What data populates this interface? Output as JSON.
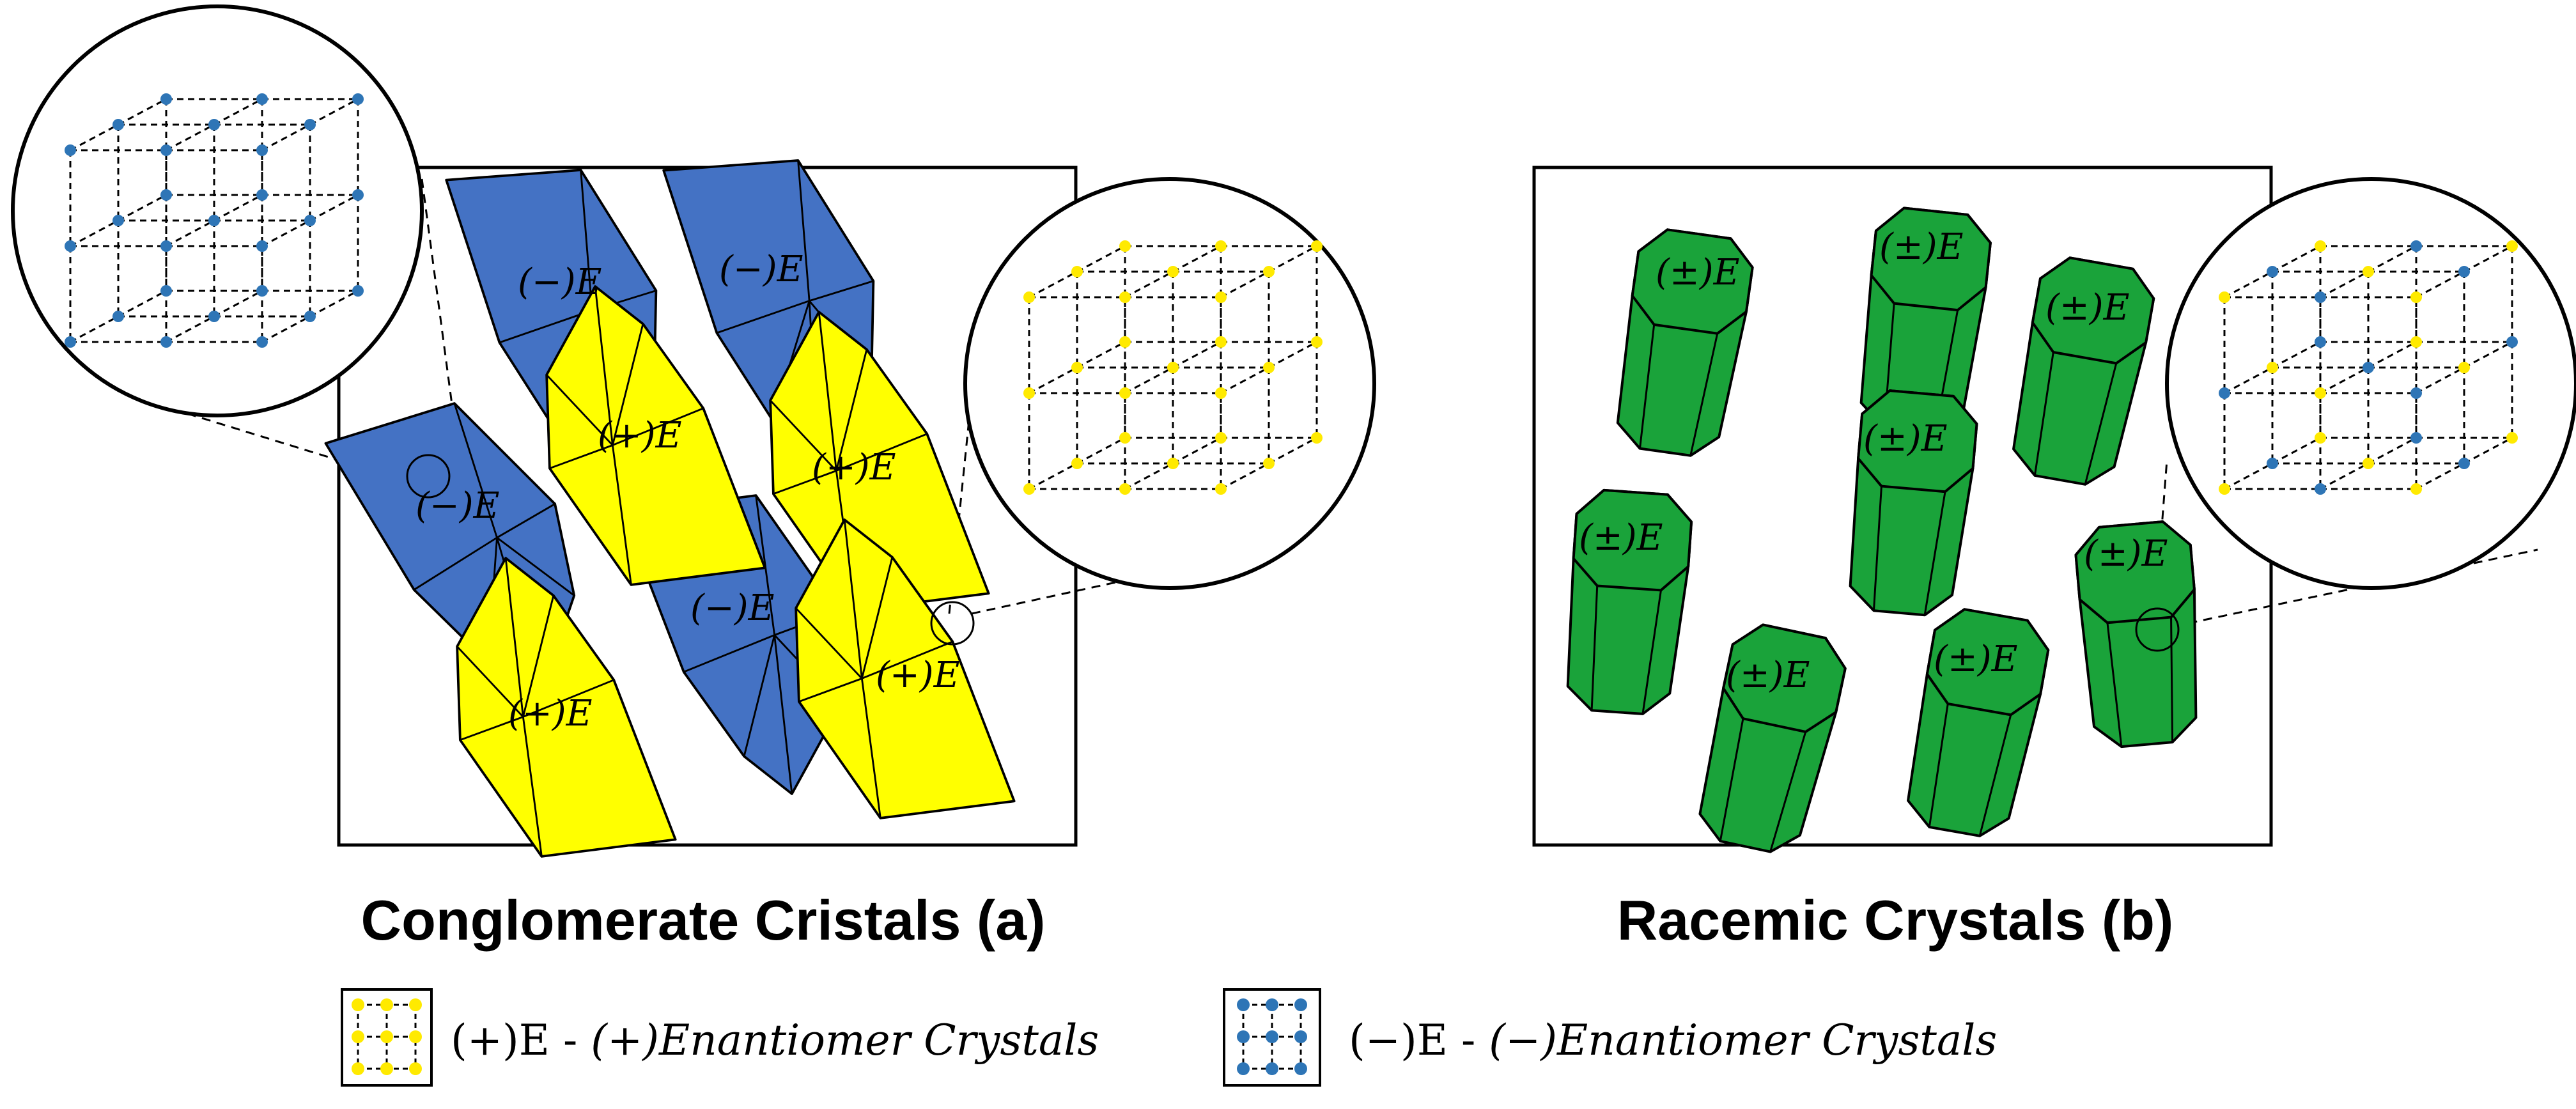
{
  "panels": {
    "a": {
      "caption": "Conglomerate Cristals (a)"
    },
    "b": {
      "caption": "Racemic Crystals (b)"
    }
  },
  "crystal_labels": {
    "minus": "(−)E",
    "plus": "(+)E",
    "racemic": "(±)E"
  },
  "legend": {
    "plus_text_prefix": "(+)E - ",
    "plus_text_italic": "(+)Enantiomer Crystals",
    "minus_text_prefix": "(−)E - ",
    "minus_text_italic": "(−)Enantiomer Crystals"
  },
  "colors": {
    "minus_crystal": "#4472c4",
    "plus_crystal": "#ffff00",
    "racemic_crystal": "#1aa33a",
    "minus_dot": "#2e75b6",
    "plus_dot": "#ffea00",
    "line": "#000000"
  }
}
